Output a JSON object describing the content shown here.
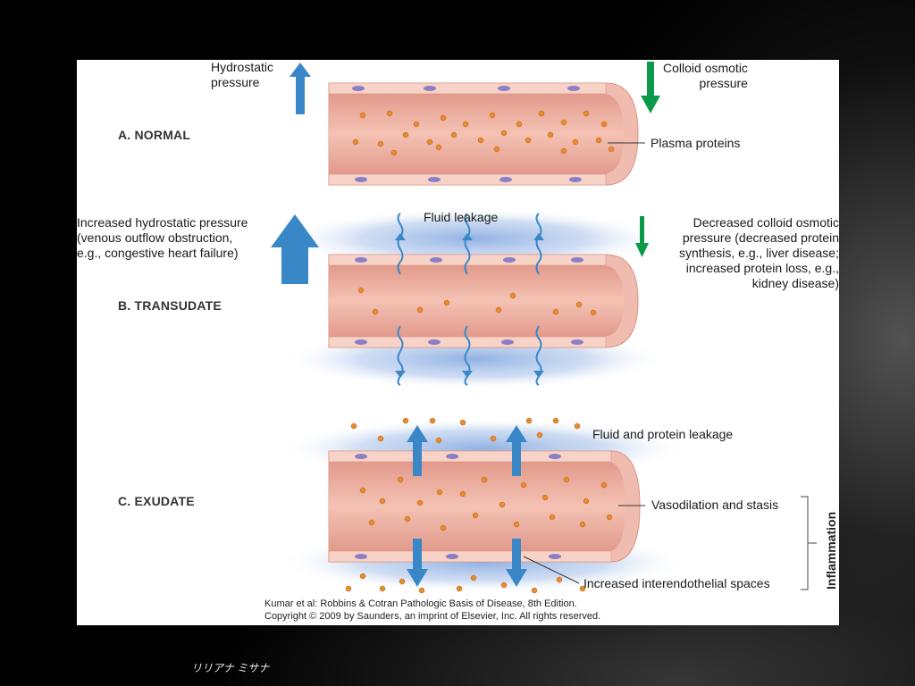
{
  "colors": {
    "hydrostatic_arrow": "#3a87c8",
    "colloid_arrow": "#0a9a4a",
    "vessel_wall": "#f4c6b8",
    "lumen": "#e8a192",
    "protein_dot": "#e6892b",
    "leak_halo": "#8fb0e0",
    "inflammation_bracket": "#666666"
  },
  "panels": {
    "a": {
      "title": "A. NORMAL",
      "hydrostatic_label": "Hydrostatic\npressure",
      "colloid_label": "Colloid osmotic\npressure",
      "plasma_label": "Plasma proteins"
    },
    "b": {
      "title": "B. TRANSUDATE",
      "fluid_label": "Fluid leakage",
      "hydro_label": "Increased hydrostatic pressure\n(venous outflow obstruction,\ne.g., congestive heart failure)",
      "colloid_label": "Decreased colloid osmotic\npressure (decreased protein\nsynthesis, e.g., liver disease;\nincreased protein loss, e.g.,\nkidney disease)"
    },
    "c": {
      "title": "C. EXUDATE",
      "leak_label": "Fluid and protein leakage",
      "vasodilation_label": "Vasodilation and stasis",
      "spaces_label": "Increased interendothelial spaces",
      "inflammation_label": "Inflammation"
    }
  },
  "credit": {
    "line1": "Kumar et al: Robbins & Cotran Pathologic Basis of Disease, 8th Edition.",
    "line2": "Copyright © 2009 by Saunders, an imprint of Elsevier, Inc. All rights reserved."
  },
  "footer_note": "リリアナ ミサナ"
}
